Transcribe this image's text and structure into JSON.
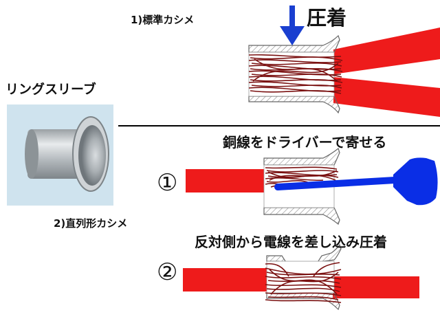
{
  "labels": {
    "section1": "1)標準カシメ",
    "press": "圧着",
    "sleeve": "リングスリーブ",
    "step1": "銅線をドライバーで寄せる",
    "section2": "2)直列形カシメ",
    "step2": "反対側から電線を差し込み圧着",
    "num1": "①",
    "num2": "②"
  },
  "colors": {
    "wire": "#ee1b1b",
    "copper": "#7a1010",
    "arrow": "#1a3fd0",
    "screwdriver": "#0a2ee6",
    "sleeve_outline": "#666666",
    "divider": "#000000"
  }
}
